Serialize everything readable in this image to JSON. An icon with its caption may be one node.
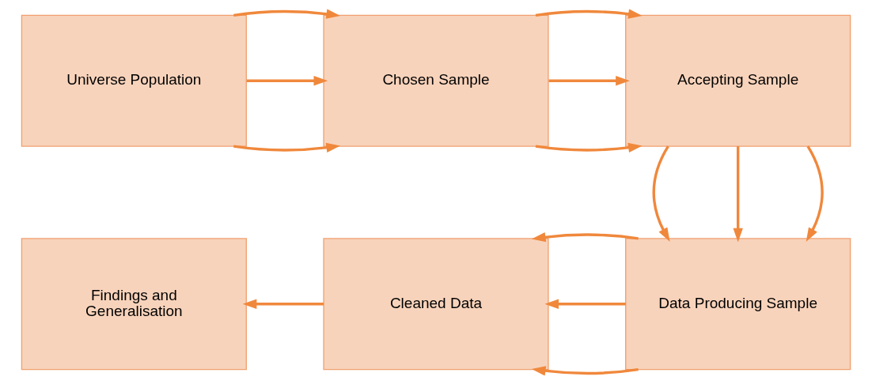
{
  "diagram": {
    "nodes": [
      {
        "text": [
          "Universe Population"
        ]
      },
      {
        "text": [
          "Chosen Sample"
        ]
      },
      {
        "text": [
          "Accepting Sample"
        ]
      },
      {
        "text": [
          "Data Producing Sample"
        ]
      },
      {
        "text": [
          "Cleaned Data"
        ]
      },
      {
        "text": [
          "Findings and Generalisation"
        ]
      }
    ],
    "edges": [
      {
        "from": 0,
        "to": 1,
        "arrow": "to"
      },
      {
        "from": 0,
        "to": 1,
        "arrow": "to"
      },
      {
        "from": 0,
        "to": 1,
        "arrow": "to"
      },
      {
        "from": 1,
        "to": 2,
        "arrow": "to"
      },
      {
        "from": 1,
        "to": 2,
        "arrow": "to"
      },
      {
        "from": 1,
        "to": 2,
        "arrow": "to"
      },
      {
        "from": 2,
        "to": 3,
        "arrow": "to"
      },
      {
        "from": 2,
        "to": 3,
        "arrow": "to"
      },
      {
        "from": 2,
        "to": 3,
        "arrow": "to"
      },
      {
        "from": 3,
        "to": 4,
        "arrow": "to"
      },
      {
        "from": 3,
        "to": 4,
        "arrow": "to"
      },
      {
        "from": 3,
        "to": 4,
        "arrow": "to"
      },
      {
        "from": 4,
        "to": 5,
        "arrow": "to"
      }
    ]
  }
}
